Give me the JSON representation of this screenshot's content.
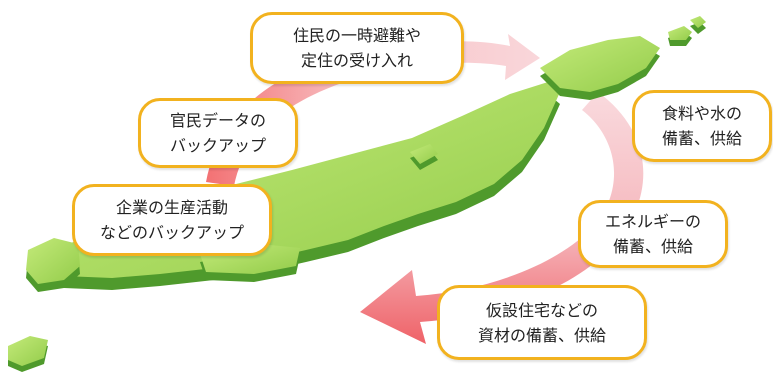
{
  "callouts": {
    "evacuation": {
      "line1": "住民の一時避難や",
      "line2": "定住の受け入れ"
    },
    "data_backup": {
      "line1": "官民データの",
      "line2": "バックアップ"
    },
    "business_backup": {
      "line1": "企業の生産活動",
      "line2": "などのバックアップ"
    },
    "food_water": {
      "line1": "食料や水の",
      "line2": "備蓄、供給"
    },
    "energy": {
      "line1": "エネルギーの",
      "line2": "備蓄、供給"
    },
    "temporary_housing": {
      "line1": "仮設住宅などの",
      "line2": "資材の備蓄、供給"
    }
  },
  "colors": {
    "callout_border": "#f2b21f",
    "land_top": "#a6d85a",
    "land_side": "#4f9a2c",
    "arrow_light": "#f7c2c6",
    "arrow_dark": "#ee5a60"
  }
}
